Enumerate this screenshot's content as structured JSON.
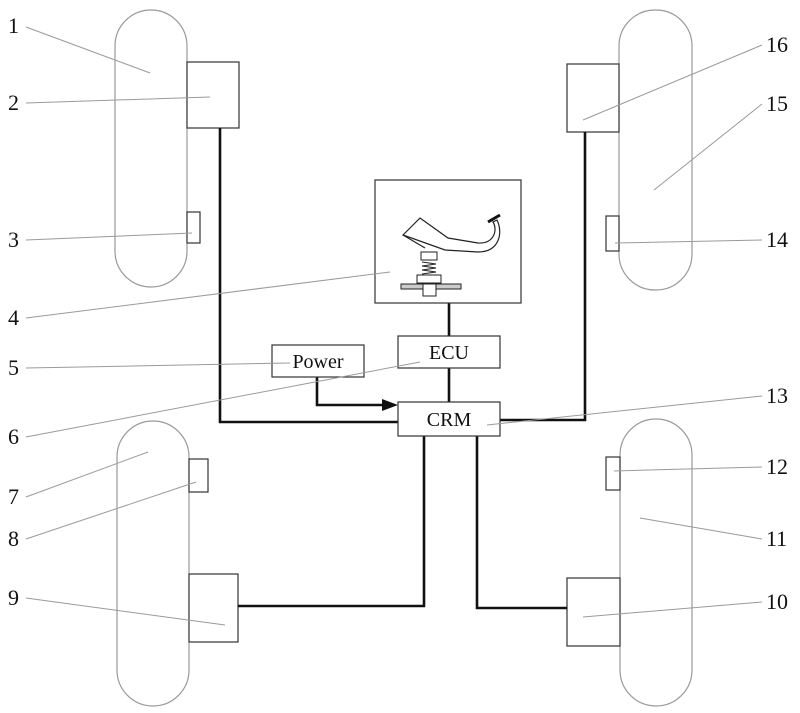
{
  "labels": {
    "power": "Power",
    "ecu": "ECU",
    "crm": "CRM"
  },
  "callouts": {
    "n1": "1",
    "n2": "2",
    "n3": "3",
    "n4": "4",
    "n5": "5",
    "n6": "6",
    "n7": "7",
    "n8": "8",
    "n9": "9",
    "n10": "10",
    "n11": "11",
    "n12": "12",
    "n13": "13",
    "n14": "14",
    "n15": "15",
    "n16": "16"
  }
}
